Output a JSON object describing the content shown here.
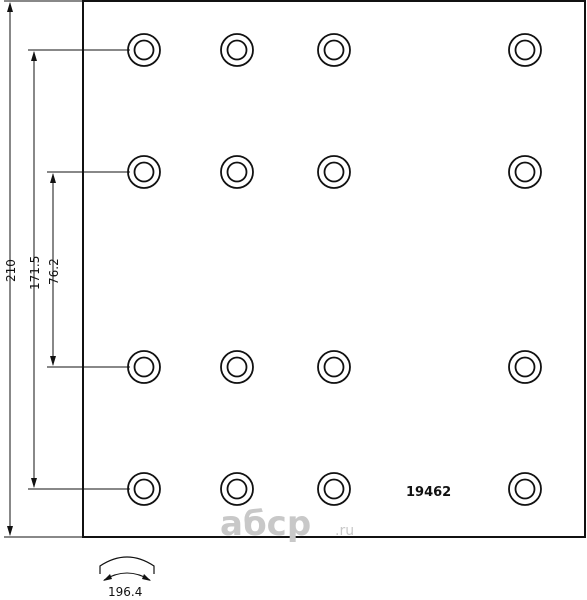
{
  "part_number": "19462",
  "dimensions": {
    "overall_height": "210",
    "outer_rivet_spacing": "171.5",
    "inner_rivet_spacing": "76.2",
    "arc_length": "196.4"
  },
  "watermark": {
    "brand": "aбcp",
    "suffix": ".ru"
  },
  "hole_grid": {
    "columns": 4,
    "rows": 4
  }
}
